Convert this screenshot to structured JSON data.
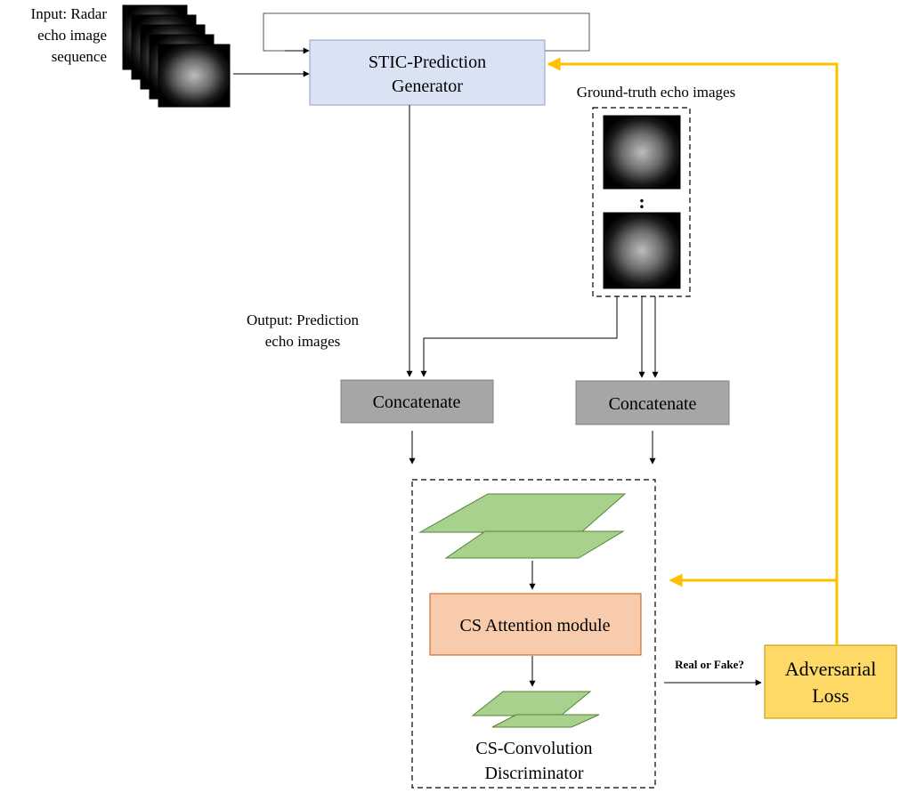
{
  "input_label": [
    "Input: Radar",
    "echo image",
    "sequence"
  ],
  "generator": {
    "line1": "STIC-Prediction",
    "line2": "Generator"
  },
  "ground_truth_label": "Ground-truth echo images",
  "gt_ellipsis": ":",
  "output_label": [
    "Output: Prediction",
    "echo images"
  ],
  "concat_left": "Concatenate",
  "concat_right": "Concatenate",
  "attention_module": "CS Attention module",
  "discriminator_label": [
    "CS-Convolution",
    "Discriminator"
  ],
  "real_or_fake": "Real or Fake?",
  "adversarial_loss": [
    "Adversarial",
    "Loss"
  ],
  "colors": {
    "generator_fill": "#dae3f3",
    "generator_stroke": "#8fa2c0",
    "concat_fill": "#a6a6a6",
    "concat_stroke": "#808080",
    "layer_fill": "#a9d18e",
    "layer_stroke": "#548235",
    "attention_fill": "#f8cbad",
    "attention_stroke": "#c55a11",
    "loss_fill": "#ffd966",
    "loss_stroke": "#bf9000",
    "feedback_arrow": "#ffc000"
  }
}
